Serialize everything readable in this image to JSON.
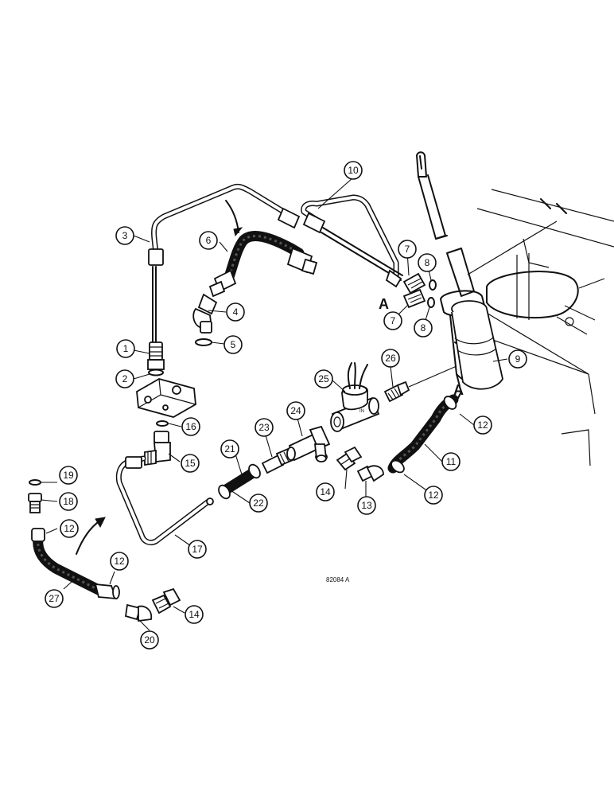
{
  "callouts": [
    {
      "id": "c1",
      "label": "1"
    },
    {
      "id": "c2",
      "label": "2"
    },
    {
      "id": "c3",
      "label": "3"
    },
    {
      "id": "c4",
      "label": "4"
    },
    {
      "id": "c5",
      "label": "5"
    },
    {
      "id": "c6",
      "label": "6"
    },
    {
      "id": "c7a",
      "label": "7"
    },
    {
      "id": "c7b",
      "label": "7"
    },
    {
      "id": "c8a",
      "label": "8"
    },
    {
      "id": "c8b",
      "label": "8"
    },
    {
      "id": "c9",
      "label": "9"
    },
    {
      "id": "c10",
      "label": "10"
    },
    {
      "id": "c11",
      "label": "11"
    },
    {
      "id": "c12a",
      "label": "12"
    },
    {
      "id": "c12b",
      "label": "12"
    },
    {
      "id": "c12c",
      "label": "12"
    },
    {
      "id": "c12d",
      "label": "12"
    },
    {
      "id": "c13",
      "label": "13"
    },
    {
      "id": "c14a",
      "label": "14"
    },
    {
      "id": "c14b",
      "label": "14"
    },
    {
      "id": "c15",
      "label": "15"
    },
    {
      "id": "c16",
      "label": "16"
    },
    {
      "id": "c17",
      "label": "17"
    },
    {
      "id": "c18",
      "label": "18"
    },
    {
      "id": "c19",
      "label": "19"
    },
    {
      "id": "c20",
      "label": "20"
    },
    {
      "id": "c21",
      "label": "21"
    },
    {
      "id": "c22",
      "label": "22"
    },
    {
      "id": "c23",
      "label": "23"
    },
    {
      "id": "c24",
      "label": "24"
    },
    {
      "id": "c25",
      "label": "25"
    },
    {
      "id": "c26",
      "label": "26"
    },
    {
      "id": "c27",
      "label": "27"
    }
  ],
  "connection_marks": {
    "left": "A",
    "right": "A"
  },
  "figure_code": "82084 A"
}
